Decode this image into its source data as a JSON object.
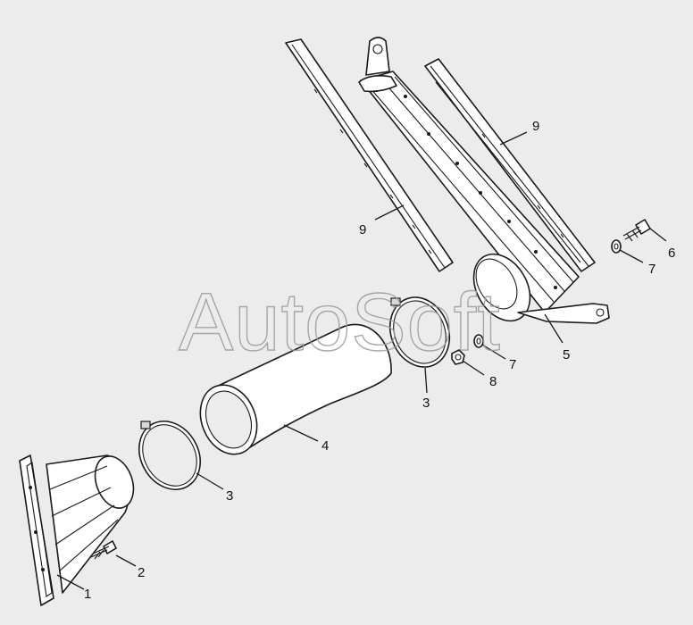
{
  "watermark": "AutoSoft",
  "callouts": {
    "c1": "1",
    "c2": "2",
    "c3a": "3",
    "c3b": "3",
    "c4": "4",
    "c5": "5",
    "c6": "6",
    "c7a": "7",
    "c7b": "7",
    "c8": "8",
    "c9a": "9",
    "c9b": "9"
  }
}
